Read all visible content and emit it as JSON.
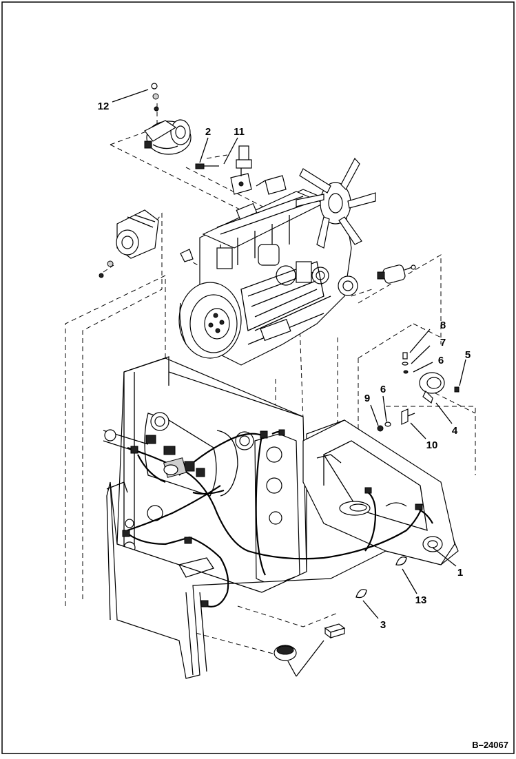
{
  "diagram_code": "B–24067",
  "callouts": [
    {
      "id": "callout-1",
      "label": "1"
    },
    {
      "id": "callout-2",
      "label": "2"
    },
    {
      "id": "callout-3",
      "label": "3"
    },
    {
      "id": "callout-4",
      "label": "4"
    },
    {
      "id": "callout-5",
      "label": "5"
    },
    {
      "id": "callout-6a",
      "label": "6"
    },
    {
      "id": "callout-6b",
      "label": "6"
    },
    {
      "id": "callout-7",
      "label": "7"
    },
    {
      "id": "callout-8",
      "label": "8"
    },
    {
      "id": "callout-9",
      "label": "9"
    },
    {
      "id": "callout-10",
      "label": "10"
    },
    {
      "id": "callout-11",
      "label": "11"
    },
    {
      "id": "callout-12",
      "label": "12"
    },
    {
      "id": "callout-13",
      "label": "13"
    }
  ]
}
